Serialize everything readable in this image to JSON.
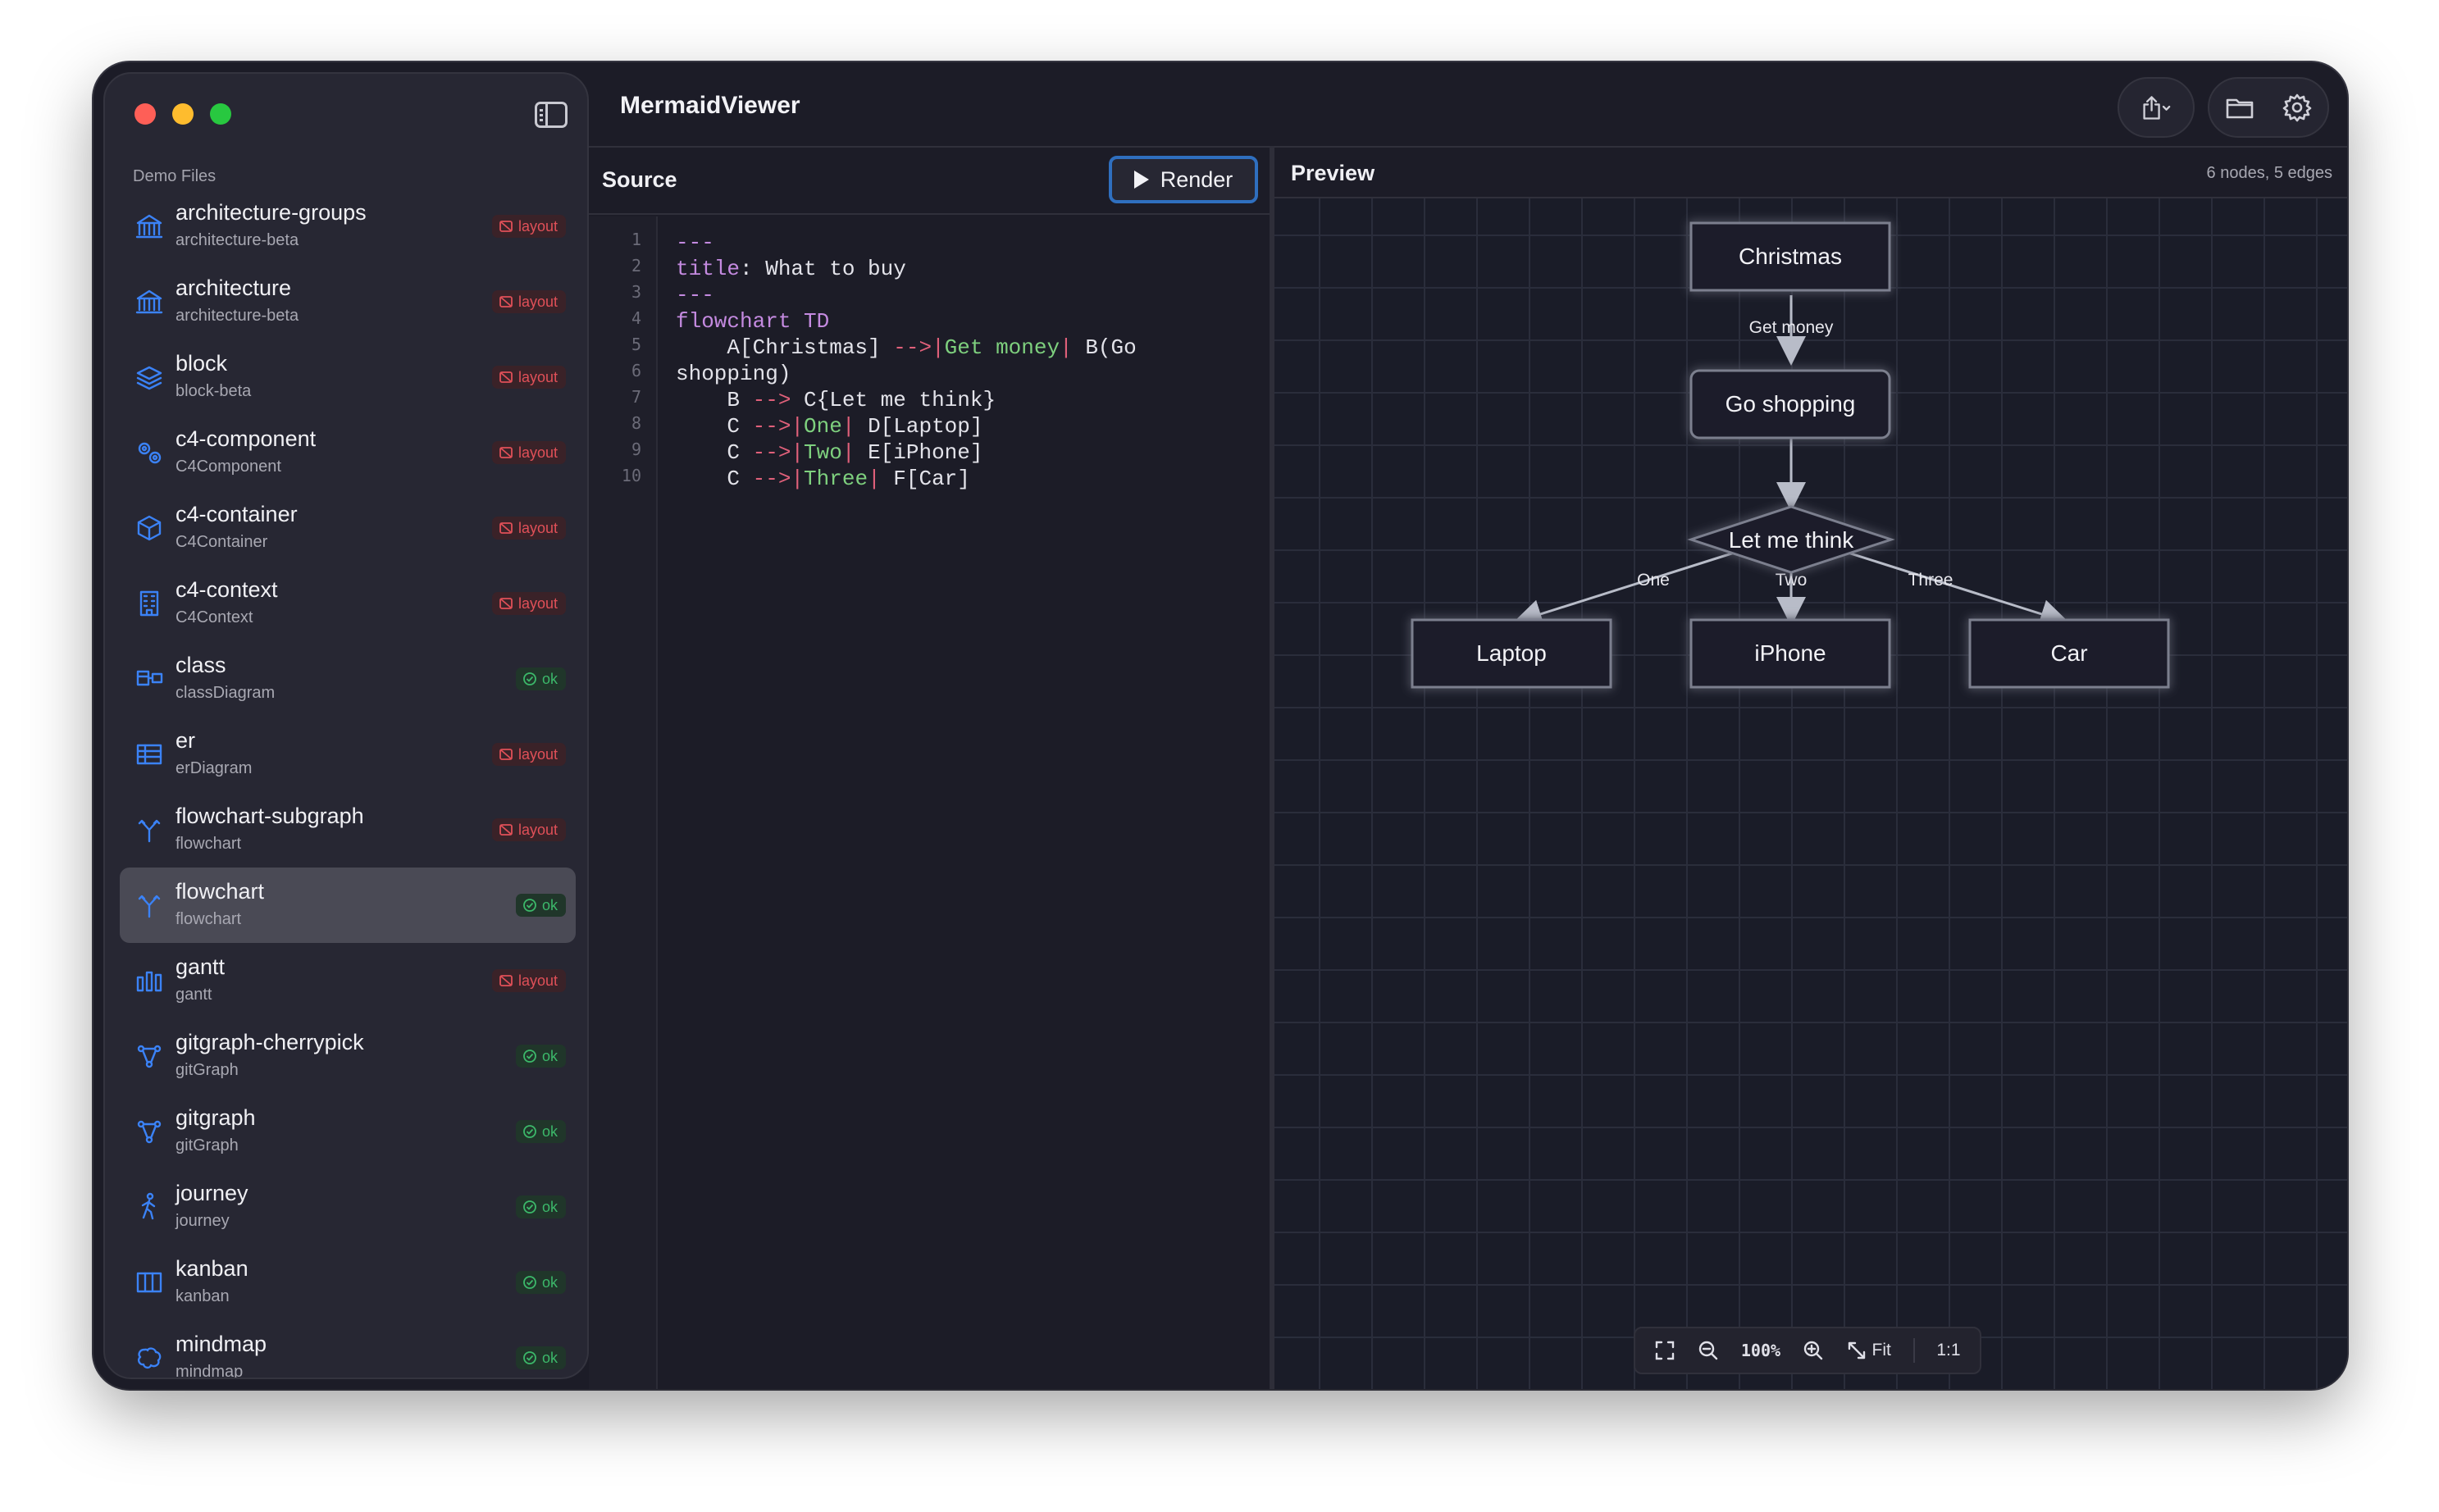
{
  "app": {
    "title": "MermaidViewer"
  },
  "sidebar": {
    "section_label": "Demo Files",
    "items": [
      {
        "name": "architecture-groups",
        "type": "architecture-beta",
        "status": "layout",
        "icon": "building-columns-icon"
      },
      {
        "name": "architecture",
        "type": "architecture-beta",
        "status": "layout",
        "icon": "building-columns-icon"
      },
      {
        "name": "block",
        "type": "block-beta",
        "status": "layout",
        "icon": "layers-icon"
      },
      {
        "name": "c4-component",
        "type": "C4Component",
        "status": "layout",
        "icon": "gears-icon"
      },
      {
        "name": "c4-container",
        "type": "C4Container",
        "status": "layout",
        "icon": "cube-icon"
      },
      {
        "name": "c4-context",
        "type": "C4Context",
        "status": "layout",
        "icon": "building-icon"
      },
      {
        "name": "class",
        "type": "classDiagram",
        "status": "ok",
        "icon": "class-boxes-icon"
      },
      {
        "name": "er",
        "type": "erDiagram",
        "status": "layout",
        "icon": "table-icon"
      },
      {
        "name": "flowchart-subgraph",
        "type": "flowchart",
        "status": "layout",
        "icon": "branch-icon"
      },
      {
        "name": "flowchart",
        "type": "flowchart",
        "status": "ok",
        "icon": "branch-icon",
        "selected": true
      },
      {
        "name": "gantt",
        "type": "gantt",
        "status": "layout",
        "icon": "bar-chart-icon"
      },
      {
        "name": "gitgraph-cherrypick",
        "type": "gitGraph",
        "status": "ok",
        "icon": "git-graph-icon"
      },
      {
        "name": "gitgraph",
        "type": "gitGraph",
        "status": "ok",
        "icon": "git-graph-icon"
      },
      {
        "name": "journey",
        "type": "journey",
        "status": "ok",
        "icon": "walking-person-icon"
      },
      {
        "name": "kanban",
        "type": "kanban",
        "status": "ok",
        "icon": "kanban-columns-icon"
      },
      {
        "name": "mindmap",
        "type": "mindmap",
        "status": "ok",
        "icon": "brain-icon"
      }
    ]
  },
  "source": {
    "label": "Source",
    "render_label": "Render",
    "line_numbers": [
      "1",
      "2",
      "3",
      "4",
      "5",
      "6",
      "7",
      "8",
      "9",
      "10"
    ],
    "lines": [
      "---",
      "title: What to buy",
      "---",
      "flowchart TD",
      "    A[Christmas] -->|Get money| B(Go",
      "shopping)",
      "    B --> C{Let me think}",
      "    C -->|One| D[Laptop]",
      "    C -->|Two| E[iPhone]",
      "    C -->|Three| F[Car]"
    ]
  },
  "preview": {
    "label": "Preview",
    "stats": "6 nodes, 5 edges",
    "nodes": {
      "christmas": "Christmas",
      "go_shopping": "Go shopping",
      "let_me_think": "Let me think",
      "laptop": "Laptop",
      "iphone": "iPhone",
      "car": "Car"
    },
    "edges": {
      "get_money": "Get money",
      "one": "One",
      "two": "Two",
      "three": "Three"
    },
    "zoom": {
      "level": "100%",
      "fit_label": "Fit",
      "one_to_one_label": "1:1"
    }
  },
  "colors": {
    "accent": "#2f6fbf",
    "status_layout": "#e05058",
    "status_ok": "#3cb86a",
    "icon_blue": "#3b82f6"
  }
}
